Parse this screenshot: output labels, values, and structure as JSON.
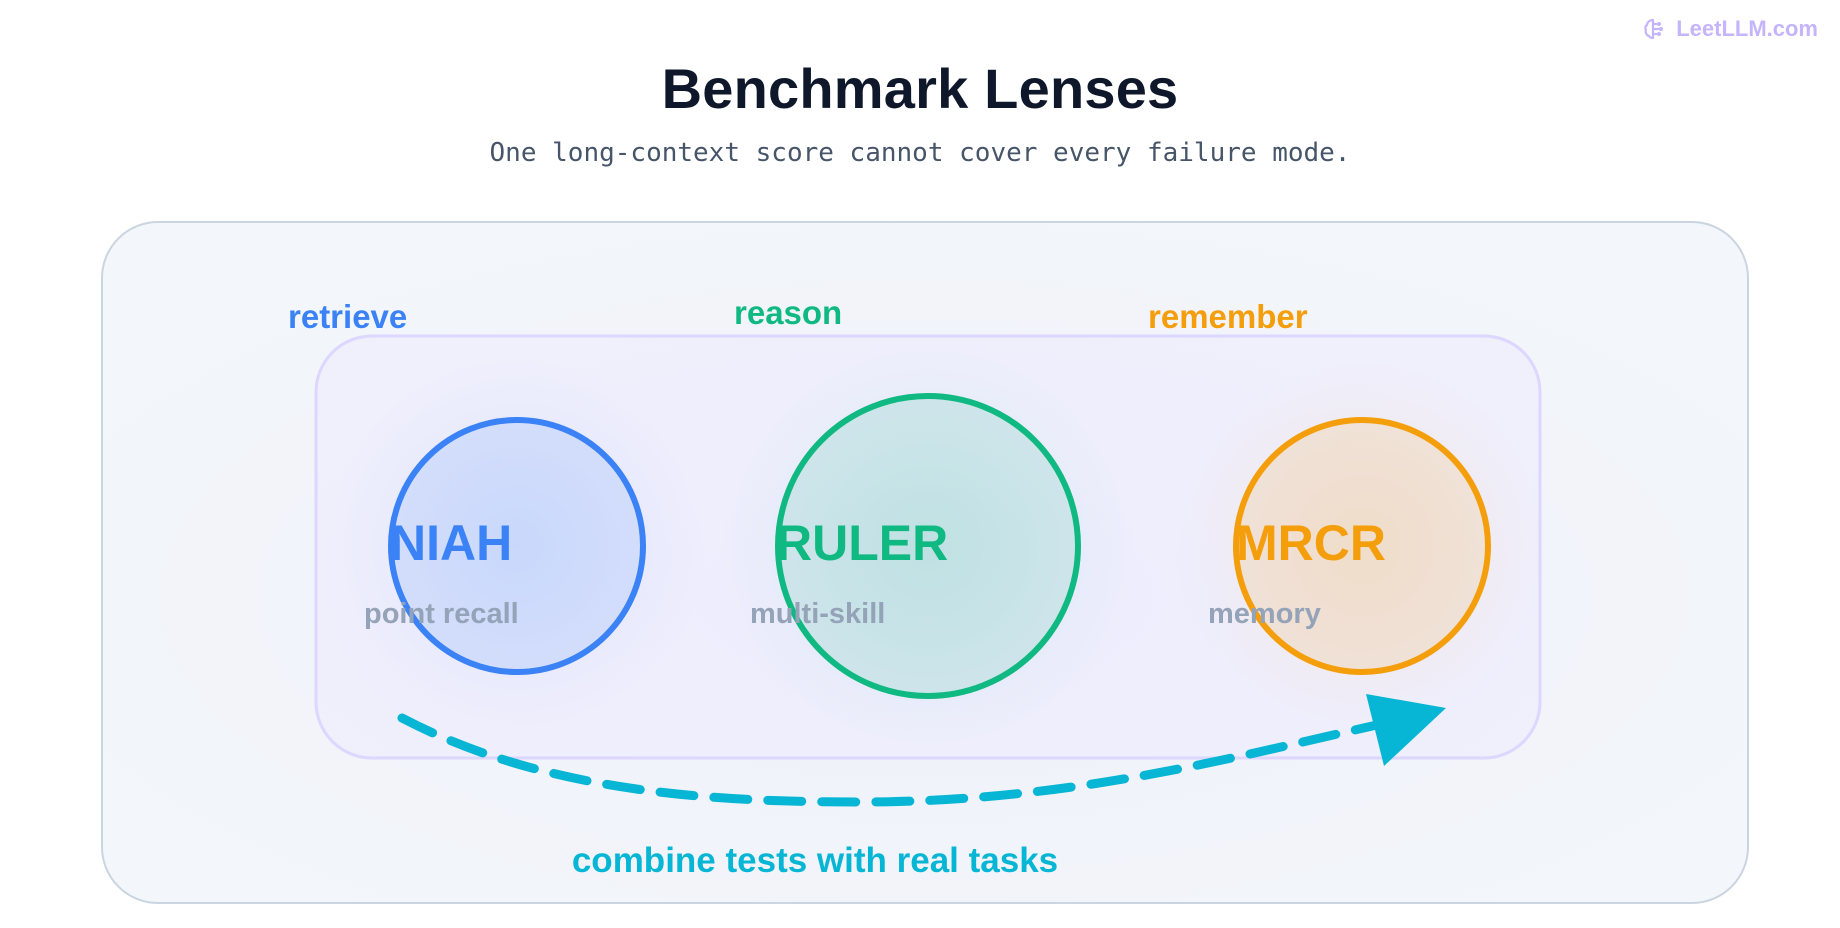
{
  "brand": {
    "name": "LeetLLM.com",
    "icon": "brain-icon",
    "color": "#c4b5fd"
  },
  "header": {
    "title": "Benchmark Lenses",
    "subtitle": "One long-context score cannot cover every failure mode."
  },
  "categories": [
    {
      "label": "retrieve",
      "color": "#3b82f6"
    },
    {
      "label": "reason",
      "color": "#10b981"
    },
    {
      "label": "remember",
      "color": "#f59e0b"
    }
  ],
  "lenses": [
    {
      "name": "NIAH",
      "description": "point recall",
      "color": "#3b82f6"
    },
    {
      "name": "RULER",
      "description": "multi-skill",
      "color": "#10b981"
    },
    {
      "name": "MRCR",
      "description": "memory",
      "color": "#f59e0b"
    }
  ],
  "flow": {
    "caption": "combine tests with real tasks",
    "color": "#06b6d4"
  }
}
